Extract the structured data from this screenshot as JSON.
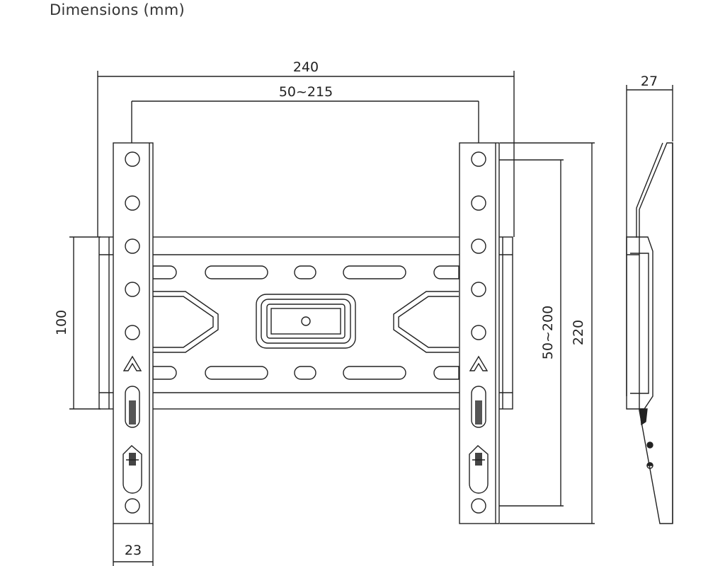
{
  "heading": "Dimensions (mm)",
  "dimensions": {
    "overall_width": "240",
    "hole_spacing_horizontal": "50~215",
    "depth": "27",
    "crossbar_height": "100",
    "hole_spacing_vertical": "50~200",
    "overall_height": "220",
    "bracket_width": "23"
  },
  "colors": {
    "line": "#222222",
    "text": "#222222"
  }
}
